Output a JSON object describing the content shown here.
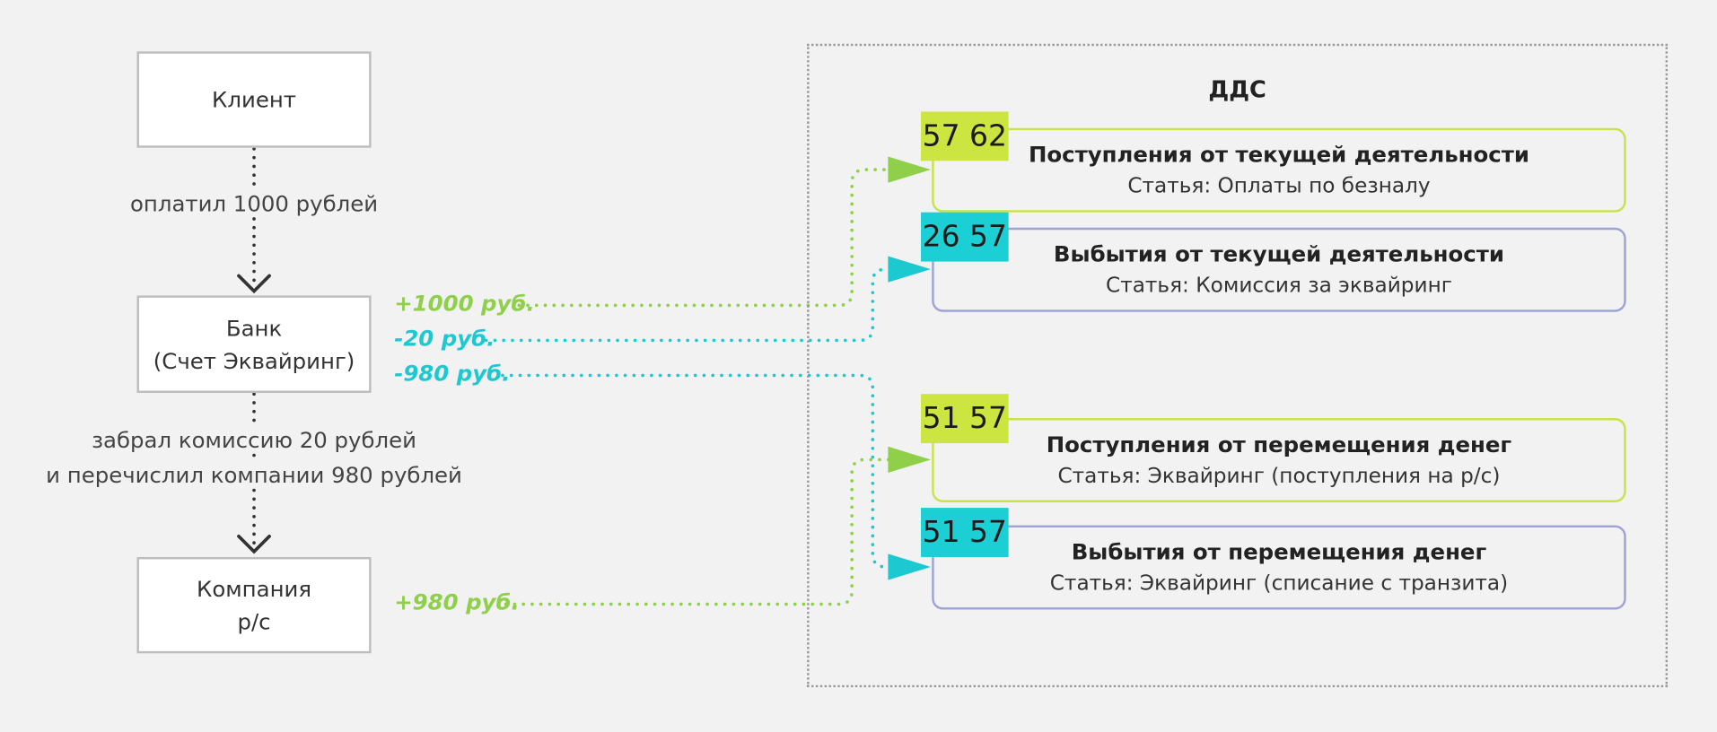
{
  "flow": {
    "client": {
      "label": "Клиент"
    },
    "step1": "оплатил 1000 рублей",
    "bank": {
      "line1": "Банк",
      "line2": "(Счет Эквайринг)"
    },
    "step2": {
      "line1": "забрал комиссию 20 рублей",
      "line2": "и перечислил компании 980 рублей"
    },
    "company": {
      "line1": "Компания",
      "line2": "р/с"
    }
  },
  "amounts": {
    "plus1000": "+1000 руб.",
    "minus20": "-20 руб.",
    "minus980": "-980 руб.",
    "plus980": "+980 руб."
  },
  "dds": {
    "title": "ДДС",
    "cards": [
      {
        "code": "57 62",
        "title": "Поступления от текущей деятельности",
        "article": "Статья: Оплаты по безналу"
      },
      {
        "code": "26 57",
        "title": "Выбытия от текущей деятельности",
        "article": "Статья: Комиссия за эквайринг"
      },
      {
        "code": "51 57",
        "title": "Поступления от перемещения денег",
        "article": "Статья: Эквайринг (поступления на р/с)"
      },
      {
        "code": "51 57",
        "title": "Выбытия от перемещения денег",
        "article": "Статья: Эквайринг (списание с транзита)"
      }
    ]
  },
  "colors": {
    "green": "#8fcf4a",
    "cyan": "#1dc9d1",
    "badge_green": "#cde541",
    "badge_cyan": "#1ccfd4",
    "border_green": "#c9e24b",
    "border_purple": "#9fa3d4"
  }
}
